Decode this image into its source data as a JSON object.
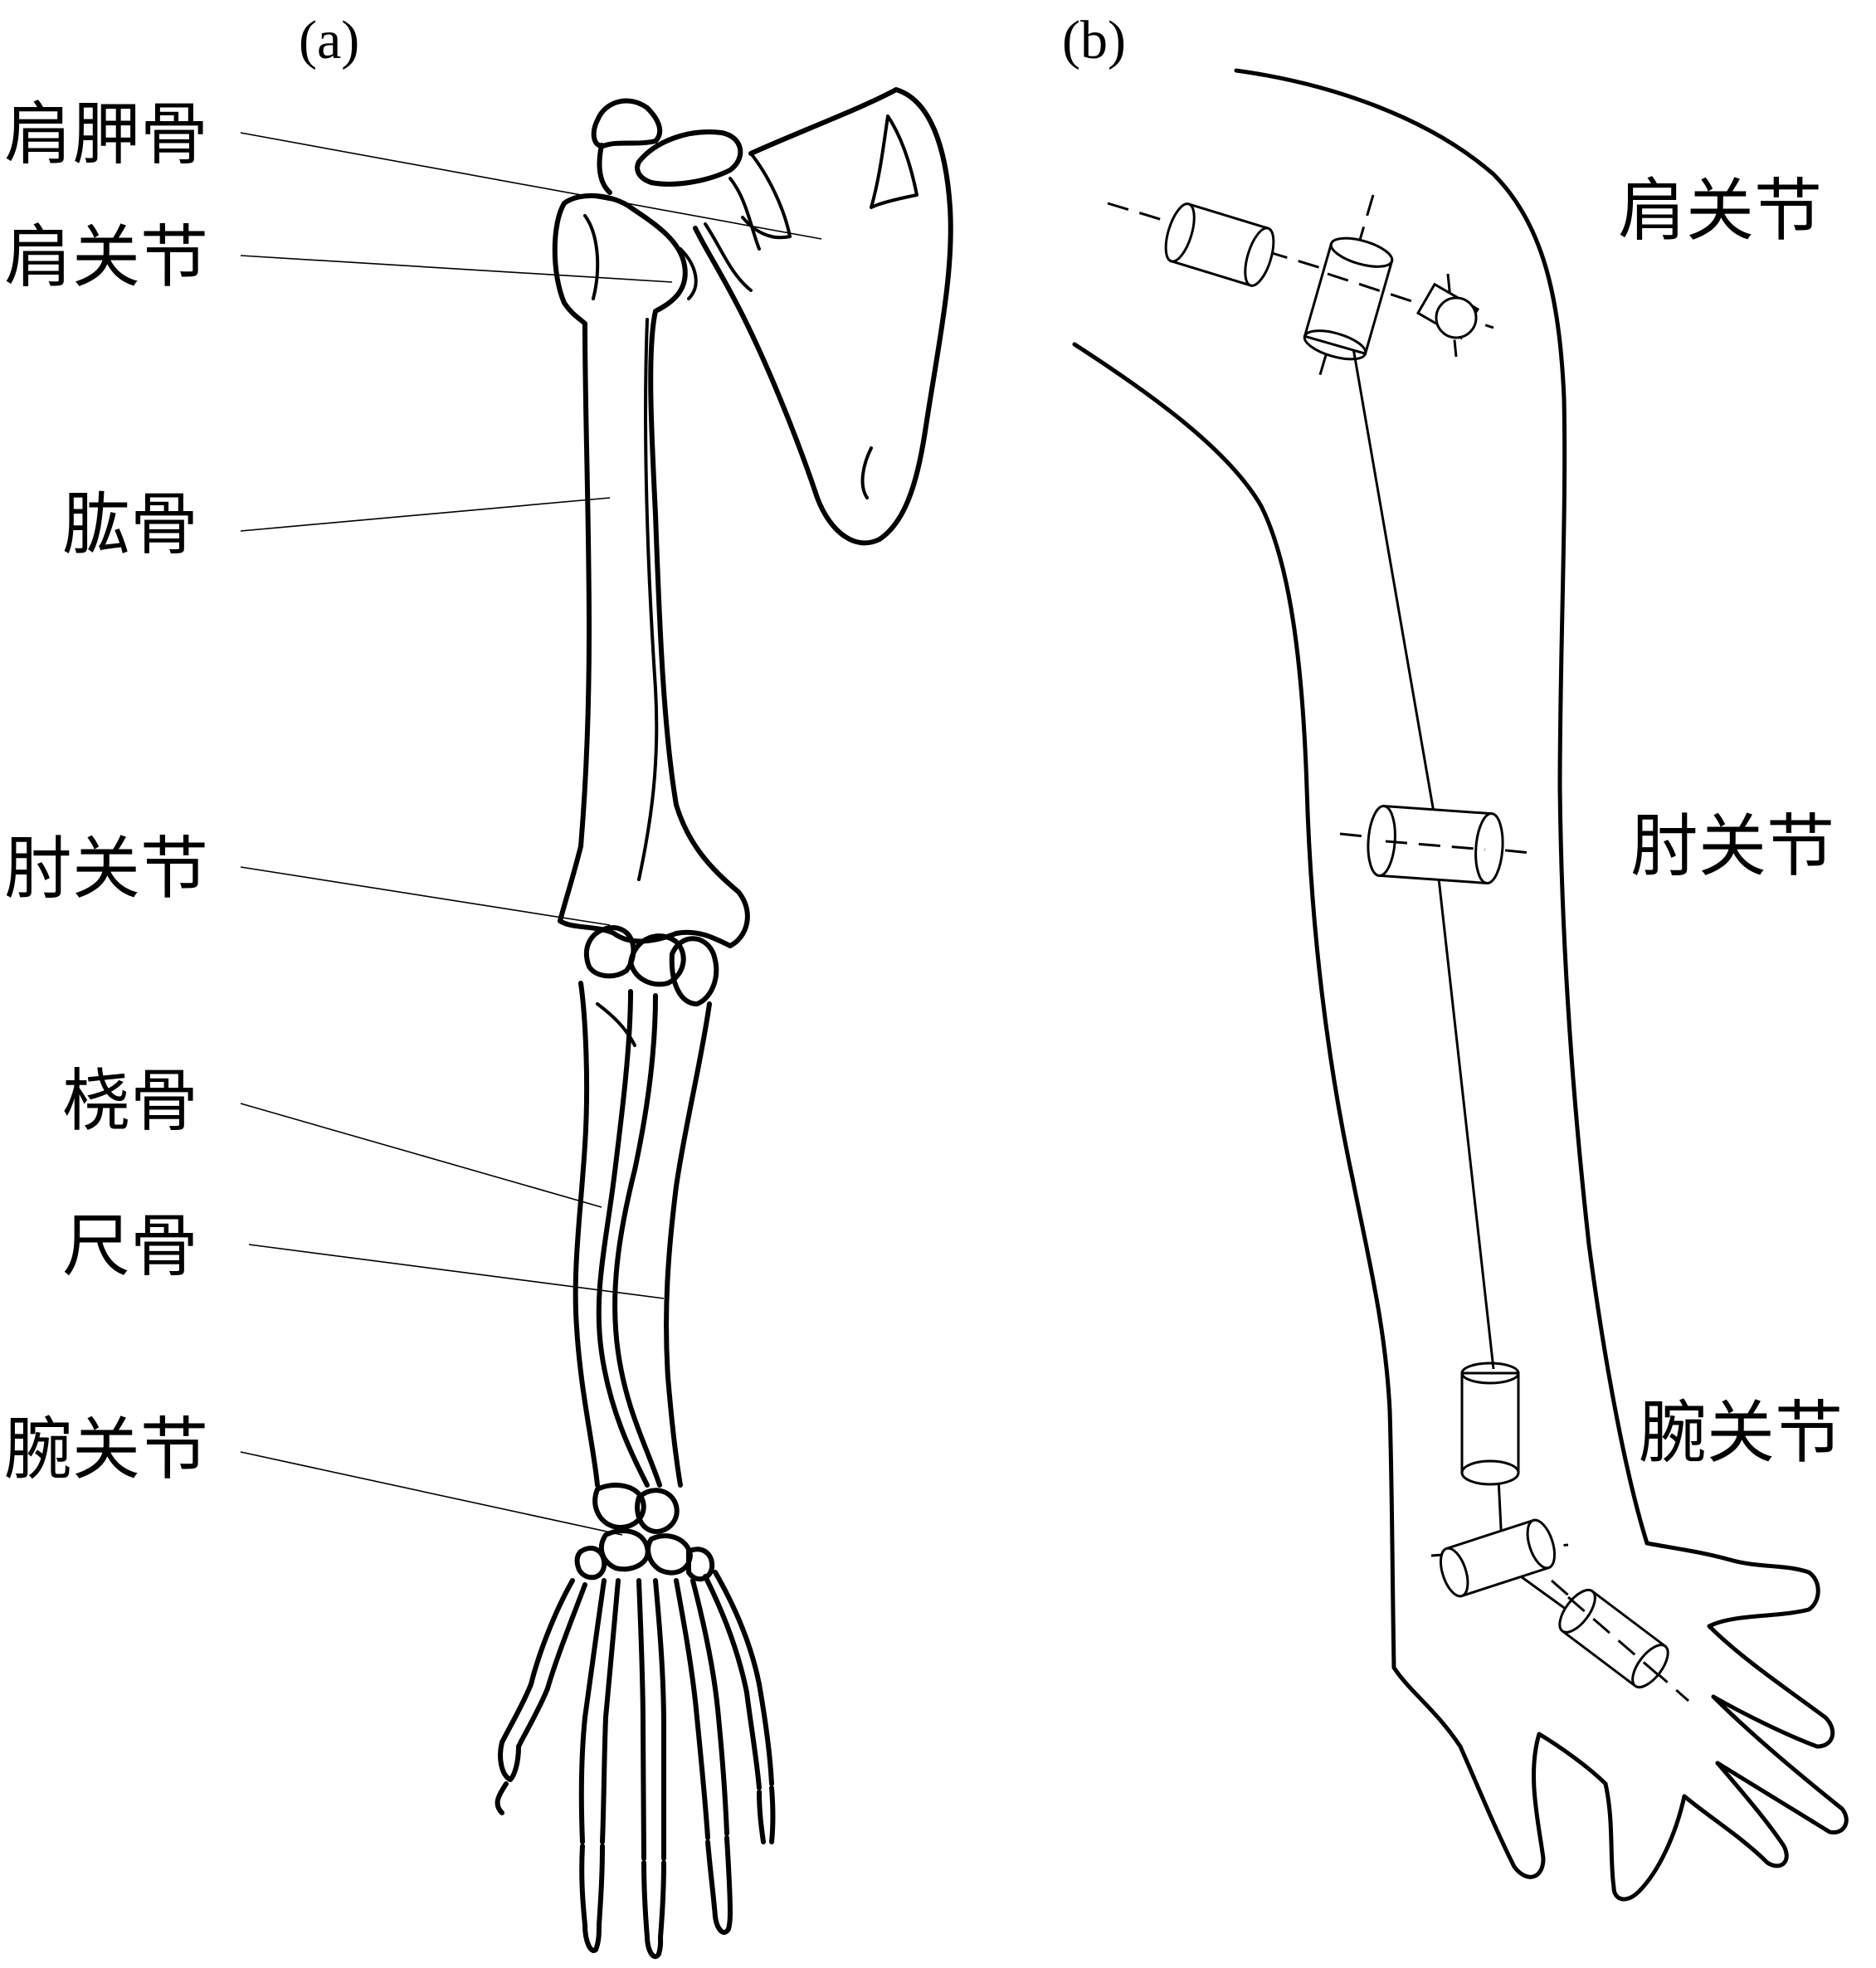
{
  "panels": {
    "a": "(a)",
    "b": "(b)"
  },
  "labels_a": {
    "scapula": "肩胛骨",
    "shoulder_joint": "肩关节",
    "humerus": "肱骨",
    "elbow_joint": "肘关节",
    "radius": "桡骨",
    "ulna": "尺骨",
    "wrist_joint": "腕关节"
  },
  "labels_b": {
    "shoulder_joint": "肩关节",
    "elbow_joint": "肘关节",
    "wrist_joint": "腕关节"
  }
}
